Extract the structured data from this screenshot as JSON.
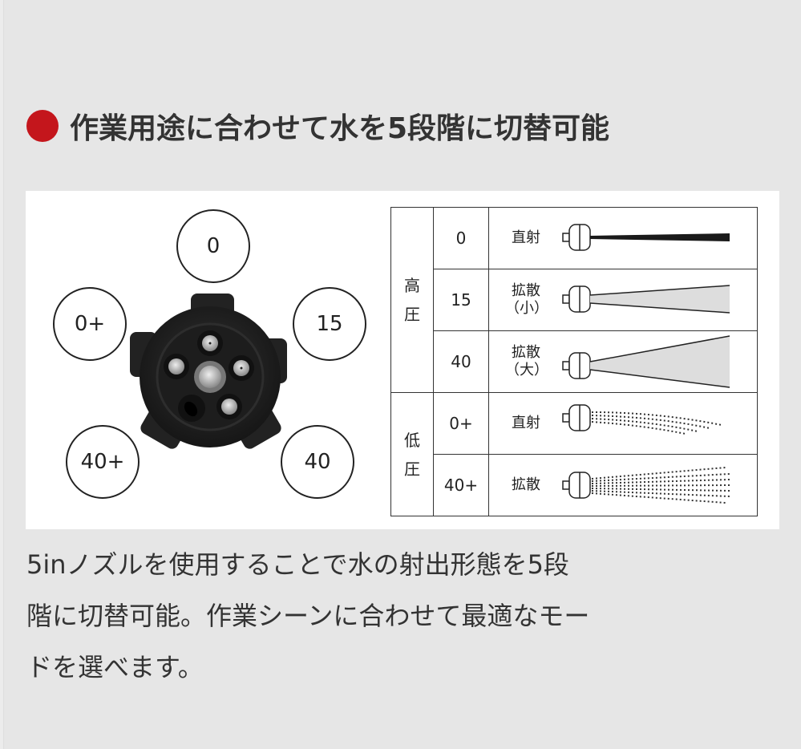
{
  "heading": {
    "bullet_color": "#c4161c",
    "text": "作業用途に合わせて水を5段階に切替可能"
  },
  "diagram": {
    "dial_labels": [
      {
        "id": "0",
        "label": "0"
      },
      {
        "id": "15",
        "label": "15"
      },
      {
        "id": "40",
        "label": "40"
      },
      {
        "id": "40plus",
        "label": "40+"
      },
      {
        "id": "0plus",
        "label": "0+"
      }
    ],
    "table": {
      "groups": [
        {
          "pressure": "高\n圧",
          "pressure_chars": [
            "高",
            "圧"
          ],
          "rows": [
            {
              "setting": "0",
              "pattern": "直射",
              "spray": "solid-jet"
            },
            {
              "setting": "15",
              "pattern": "拡散\n（小）",
              "pattern_lines": [
                "拡散",
                "（小）"
              ],
              "spray": "narrow-fan"
            },
            {
              "setting": "40",
              "pattern": "拡散\n（大）",
              "pattern_lines": [
                "拡散",
                "（大）"
              ],
              "spray": "wide-fan"
            }
          ]
        },
        {
          "pressure": "低\n圧",
          "pressure_chars": [
            "低",
            "圧"
          ],
          "rows": [
            {
              "setting": "0+",
              "pattern": "直射",
              "spray": "dotted-jet"
            },
            {
              "setting": "40+",
              "pattern": "拡散",
              "spray": "dotted-fan"
            }
          ]
        }
      ]
    }
  },
  "description": {
    "lines": [
      "5inノズルを使用することで水の射出形態を5段",
      "階に切替可能。作業シーンに合わせて最適なモー",
      "ドを選べます。"
    ]
  }
}
